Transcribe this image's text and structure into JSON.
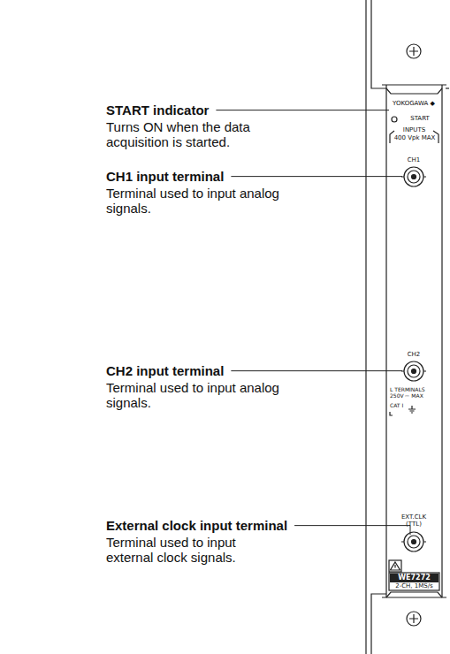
{
  "diagram": {
    "labels": [
      "START indicator",
      "Turns ON when the data acquisition is started.",
      "CH1 input terminal",
      "Terminal used to input analog signals.",
      "CH2 input terminal",
      "Terminal used to input analog signals.",
      "External clock input terminal",
      "Terminal used to input external clock signals.",
      "YOKOGAWA ◆",
      "START",
      "INPUTS",
      "400 Vpk MAX",
      "CH1",
      "CH2",
      "L TERMINALS 250V ⎓ MAX",
      "CAT I",
      "EXT.CLK (TTL)",
      "WE7272",
      "2-CH, 1MS/s"
    ]
  }
}
